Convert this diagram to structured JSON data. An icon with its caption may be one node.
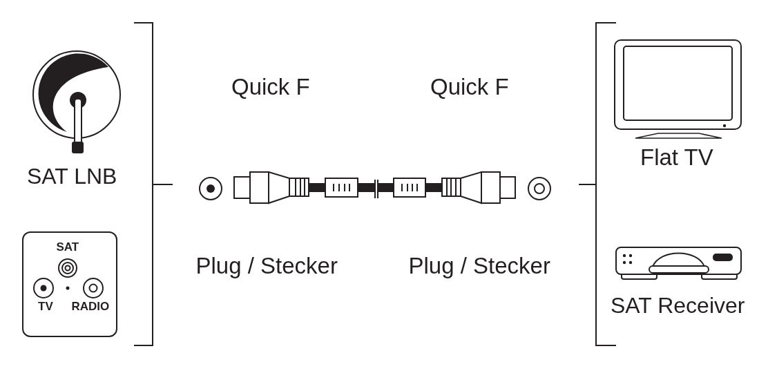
{
  "diagram": {
    "nodes": [
      {
        "text": [
          "SAT LNB"
        ]
      },
      {
        "text": [
          "SAT",
          "TV",
          "RADIO"
        ]
      },
      {
        "text": [
          "Flat TV"
        ]
      },
      {
        "text": [
          "SAT Receiver"
        ]
      }
    ],
    "labels": [
      "Quick F",
      "Quick F",
      "Plug / Stecker",
      "Plug / Stecker"
    ]
  }
}
